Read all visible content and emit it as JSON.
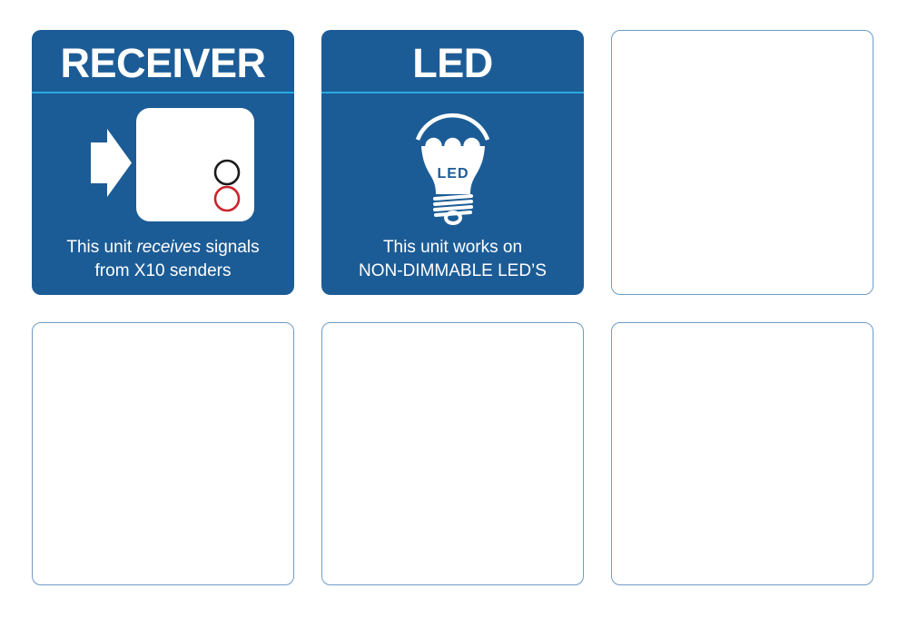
{
  "colors": {
    "card-blue": "#1C5C96",
    "divider-cyan": "#29A9DE",
    "empty-card-border": "#6E9CC4",
    "indicator-black": "#1A1A1A",
    "indicator-red": "#C9252C",
    "icon-white": "#FFFFFF"
  },
  "cards": {
    "receiver": {
      "title": "RECEIVER",
      "icon": "receiver-unit-with-arrow-icon",
      "caption": {
        "line1_prefix": "This unit ",
        "line1_italic": "receives",
        "line1_suffix": " signals",
        "line2": "from X10 senders"
      }
    },
    "led": {
      "title": "LED",
      "icon": "led-bulb-icon",
      "bulb_label": "LED",
      "caption": {
        "line1": "This unit works on",
        "line2": "NON-DIMMABLE LED’S"
      }
    },
    "placeholders": {
      "count": 4,
      "label": ""
    }
  }
}
